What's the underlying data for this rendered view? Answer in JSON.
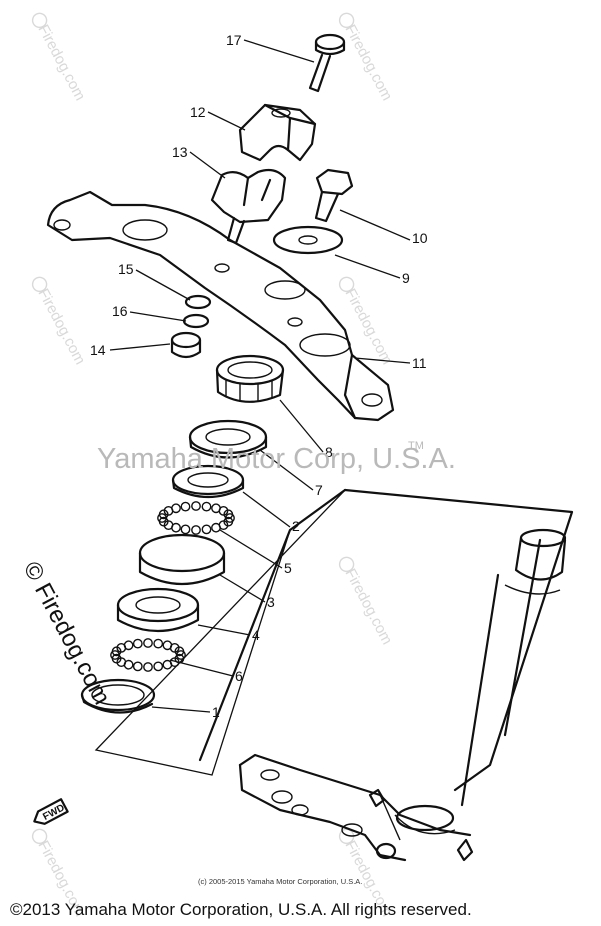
{
  "watermark": {
    "site": "Firedog.com",
    "symbol": "©",
    "big_label": "© Firedog.com",
    "center": "Yamaha Motor Corp, U.S.A.",
    "tm": "TM"
  },
  "callouts": [
    "17",
    "12",
    "13",
    "10",
    "9",
    "15",
    "16",
    "14",
    "11",
    "8",
    "7",
    "2",
    "5",
    "3",
    "4",
    "6",
    "1"
  ],
  "fwd_label": "FWD",
  "footer": {
    "small": "(c) 2005-2015 Yamaha Motor Corporation, U.S.A.",
    "main": "©2013 Yamaha Motor Corporation, U.S.A. All rights reserved."
  },
  "colors": {
    "ink": "#111111",
    "watermark": "#d9d9d9",
    "center_watermark": "#b9b9b9"
  }
}
